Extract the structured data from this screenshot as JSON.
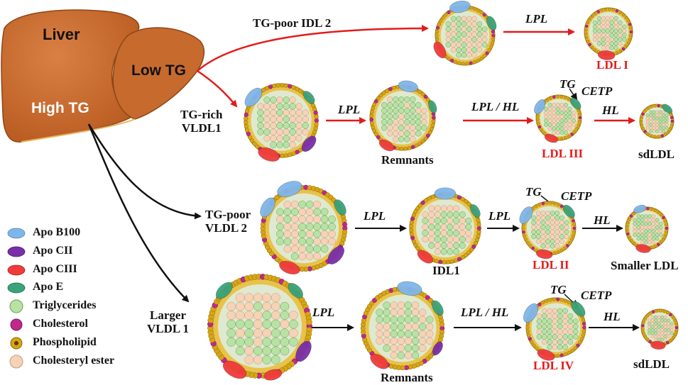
{
  "colors": {
    "liver": "#c8692c",
    "liver_edge": "#8e4616",
    "red_arrow": "#e41b1b",
    "black_arrow": "#111111",
    "apo_b100": "#7fb6ea",
    "apo_cii": "#7a2fa8",
    "apo_ciii": "#ef3b3b",
    "apo_e": "#3aa37a",
    "triglyceride": "#b7e2a4",
    "cholesterol": "#c2288c",
    "phospholipid": "#d7a516",
    "cholesteryl_ester": "#f6d2b6"
  },
  "liver": {
    "title": "Liver",
    "low_tg": "Low TG",
    "high_tg": "High TG"
  },
  "pathways": {
    "idl2": "TG-poor IDL 2",
    "vldl1_rich": "TG-rich\nVLDL1",
    "vldl2_poor": "TG-poor\nVLDL 2",
    "vldl1_larger": "Larger\nVLDL 1",
    "remnants_1": "Remnants",
    "remnants_2": "Remnants",
    "idl1": "IDL1",
    "ldl_i": "LDL I",
    "ldl_iii": "LDL III",
    "ldl_ii": "LDL II",
    "ldl_iv": "LDL IV",
    "sdldl_1": "sdLDL",
    "sdldl_2": "sdLDL",
    "smaller_ldl": "Smaller LDL"
  },
  "enzymes": {
    "lpl_a": "LPL",
    "lpl_b": "LPL",
    "lplhl_b": "LPL / HL",
    "hl_b": "HL",
    "tg_b": "TG",
    "cetp_b": "CETP",
    "lpl_c1": "LPL",
    "lpl_c2": "LPL",
    "hl_c": "HL",
    "tg_c": "TG",
    "cetp_c": "CETP",
    "lpl_d": "LPL",
    "lplhl_d": "LPL / HL",
    "hl_d": "HL",
    "tg_d": "TG",
    "cetp_d": "CETP"
  },
  "legend": [
    {
      "icon": "apo-b100-icon",
      "label": "Apo B100"
    },
    {
      "icon": "apo-cii-icon",
      "label": "Apo CII"
    },
    {
      "icon": "apo-ciii-icon",
      "label": "Apo CIII"
    },
    {
      "icon": "apo-e-icon",
      "label": "Apo E"
    },
    {
      "icon": "triglycerides-icon",
      "label": "Triglycerides"
    },
    {
      "icon": "cholesterol-icon",
      "label": "Cholesterol"
    },
    {
      "icon": "phospholipid-icon",
      "label": "Phospholipid"
    },
    {
      "icon": "cholesteryl-ester-icon",
      "label": "Cholesteryl ester"
    }
  ]
}
